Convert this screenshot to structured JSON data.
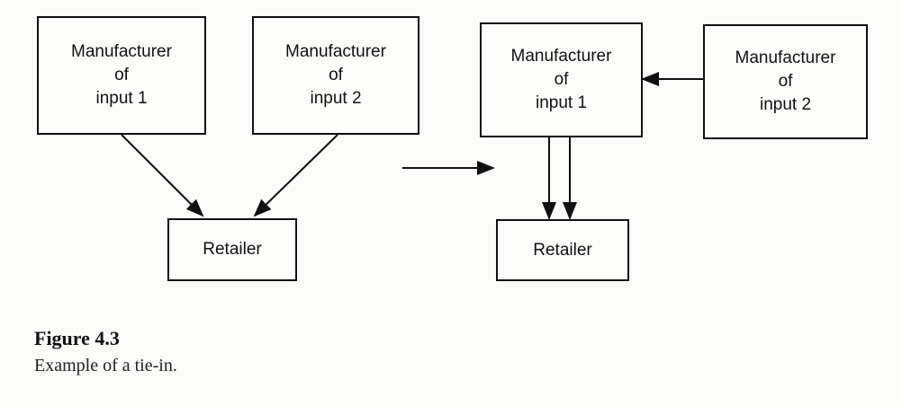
{
  "left": {
    "m1": [
      "Manufacturer",
      "of",
      "input 1"
    ],
    "m2": [
      "Manufacturer",
      "of",
      "input 2"
    ],
    "retailer": "Retailer"
  },
  "right": {
    "m1": [
      "Manufacturer",
      "of",
      "input 1"
    ],
    "m2": [
      "Manufacturer",
      "of",
      "input 2"
    ],
    "retailer": "Retailer"
  },
  "caption": {
    "title": "Figure 4.3",
    "text": "Example of a tie-in."
  }
}
